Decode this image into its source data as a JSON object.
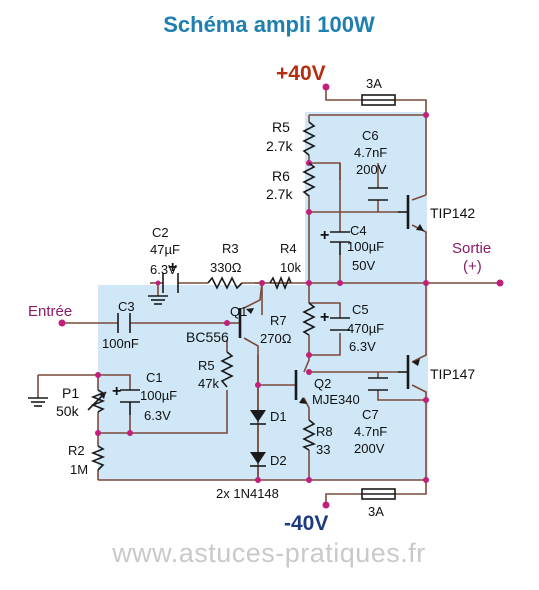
{
  "title": "Schéma ampli 100W",
  "supply": {
    "positive": "+40V",
    "negative": "-40V"
  },
  "fuses": [
    {
      "name": "fuse-top",
      "rating": "3A"
    },
    {
      "name": "fuse-bottom",
      "rating": "3A"
    }
  ],
  "components": {
    "R5_top": {
      "ref": "R5",
      "value": "2.7k"
    },
    "R6": {
      "ref": "R6",
      "value": "2.7k"
    },
    "C6": {
      "ref": "C6",
      "value": "4.7nF",
      "voltage": "200V"
    },
    "TIP142": {
      "ref": "TIP142"
    },
    "C2": {
      "ref": "C2",
      "value": "47µF",
      "voltage": "6.3V"
    },
    "R3": {
      "ref": "R3",
      "value": "330Ω"
    },
    "R4": {
      "ref": "R4",
      "value": "10k"
    },
    "C4": {
      "ref": "C4",
      "value": "100µF",
      "voltage": "50V"
    },
    "C3": {
      "ref": "C3",
      "value": "100nF"
    },
    "Q1": {
      "ref": "Q1",
      "part": "BC556"
    },
    "R7": {
      "ref": "R7",
      "value": "270Ω"
    },
    "C5": {
      "ref": "C5",
      "value": "470µF",
      "voltage": "6.3V"
    },
    "R5_bot": {
      "ref": "R5",
      "value": "47k"
    },
    "C1": {
      "ref": "C1",
      "value": "100µF",
      "voltage": "6.3V"
    },
    "P1": {
      "ref": "P1",
      "value": "50k"
    },
    "Q2": {
      "ref": "Q2",
      "part": "MJE340"
    },
    "TIP147": {
      "ref": "TIP147"
    },
    "C7": {
      "ref": "C7",
      "value": "4.7nF",
      "voltage": "200V"
    },
    "D1": {
      "ref": "D1"
    },
    "D2": {
      "ref": "D2"
    },
    "R8": {
      "ref": "R8",
      "value": "33"
    },
    "R2": {
      "ref": "R2",
      "value": "1M"
    }
  },
  "diodes_note": "2x 1N4148",
  "input_label": "Entrée",
  "output_label": "Sortie",
  "output_polarity": "(+)",
  "polarity_plus": "+",
  "watermark": "www.astuces-pratiques.fr",
  "colors": {
    "title": "#1e7fb0",
    "board": "#cfe7f7",
    "wire": "#7a4a3a",
    "node": "#c01f7a",
    "positive": "#b62d12",
    "negative": "#1e3a80",
    "watermark": "#c9c9c9"
  }
}
